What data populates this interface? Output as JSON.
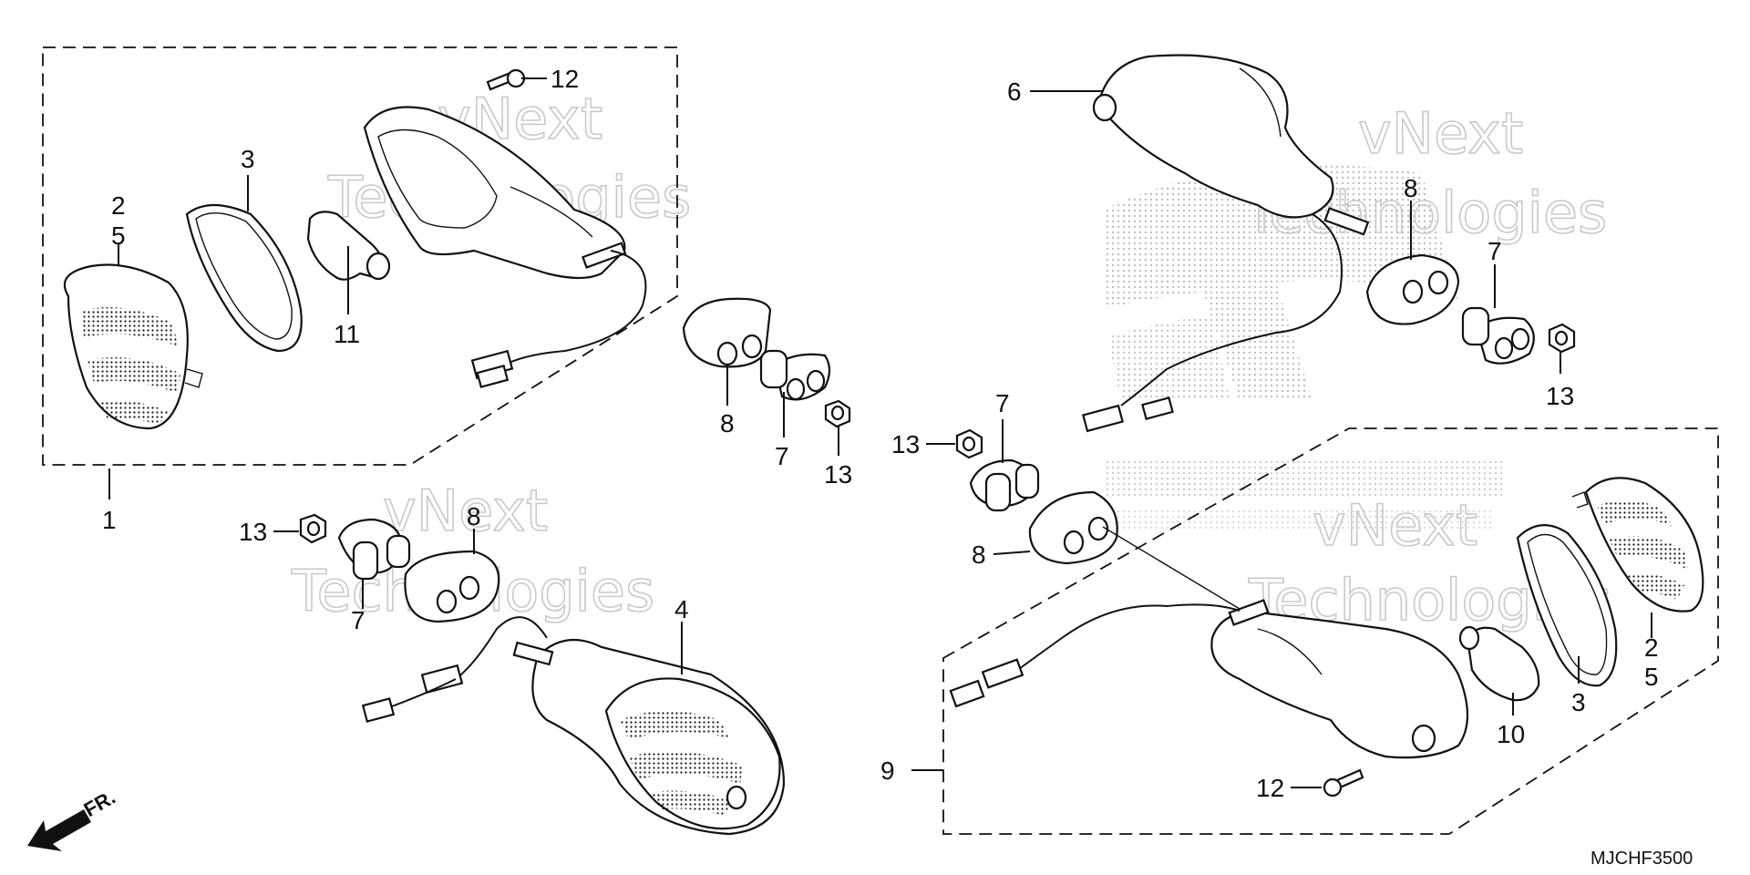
{
  "diagram_code": "MJCHF3500",
  "front_marker": "FR.",
  "watermark": {
    "line1": "vNext",
    "line2": "Technologies"
  },
  "callouts": {
    "c1": "1",
    "c2a": "2",
    "c5a": "5",
    "c3a": "3",
    "c11": "11",
    "c12a": "12",
    "c8a": "8",
    "c7a": "7",
    "c13a": "13",
    "c13b": "13",
    "c7b": "7",
    "c8b": "8",
    "c4": "4",
    "c6": "6",
    "c8c": "8",
    "c7c": "7",
    "c13c": "13",
    "c13d": "13",
    "c7d": "7",
    "c8d": "8",
    "c9": "9",
    "c12b": "12",
    "c10": "10",
    "c3b": "3",
    "c2b": "2",
    "c5b": "5"
  },
  "colors": {
    "line": "#111111",
    "watermark": "#c9c9c9",
    "logo_dots": "#b8b8b8"
  }
}
